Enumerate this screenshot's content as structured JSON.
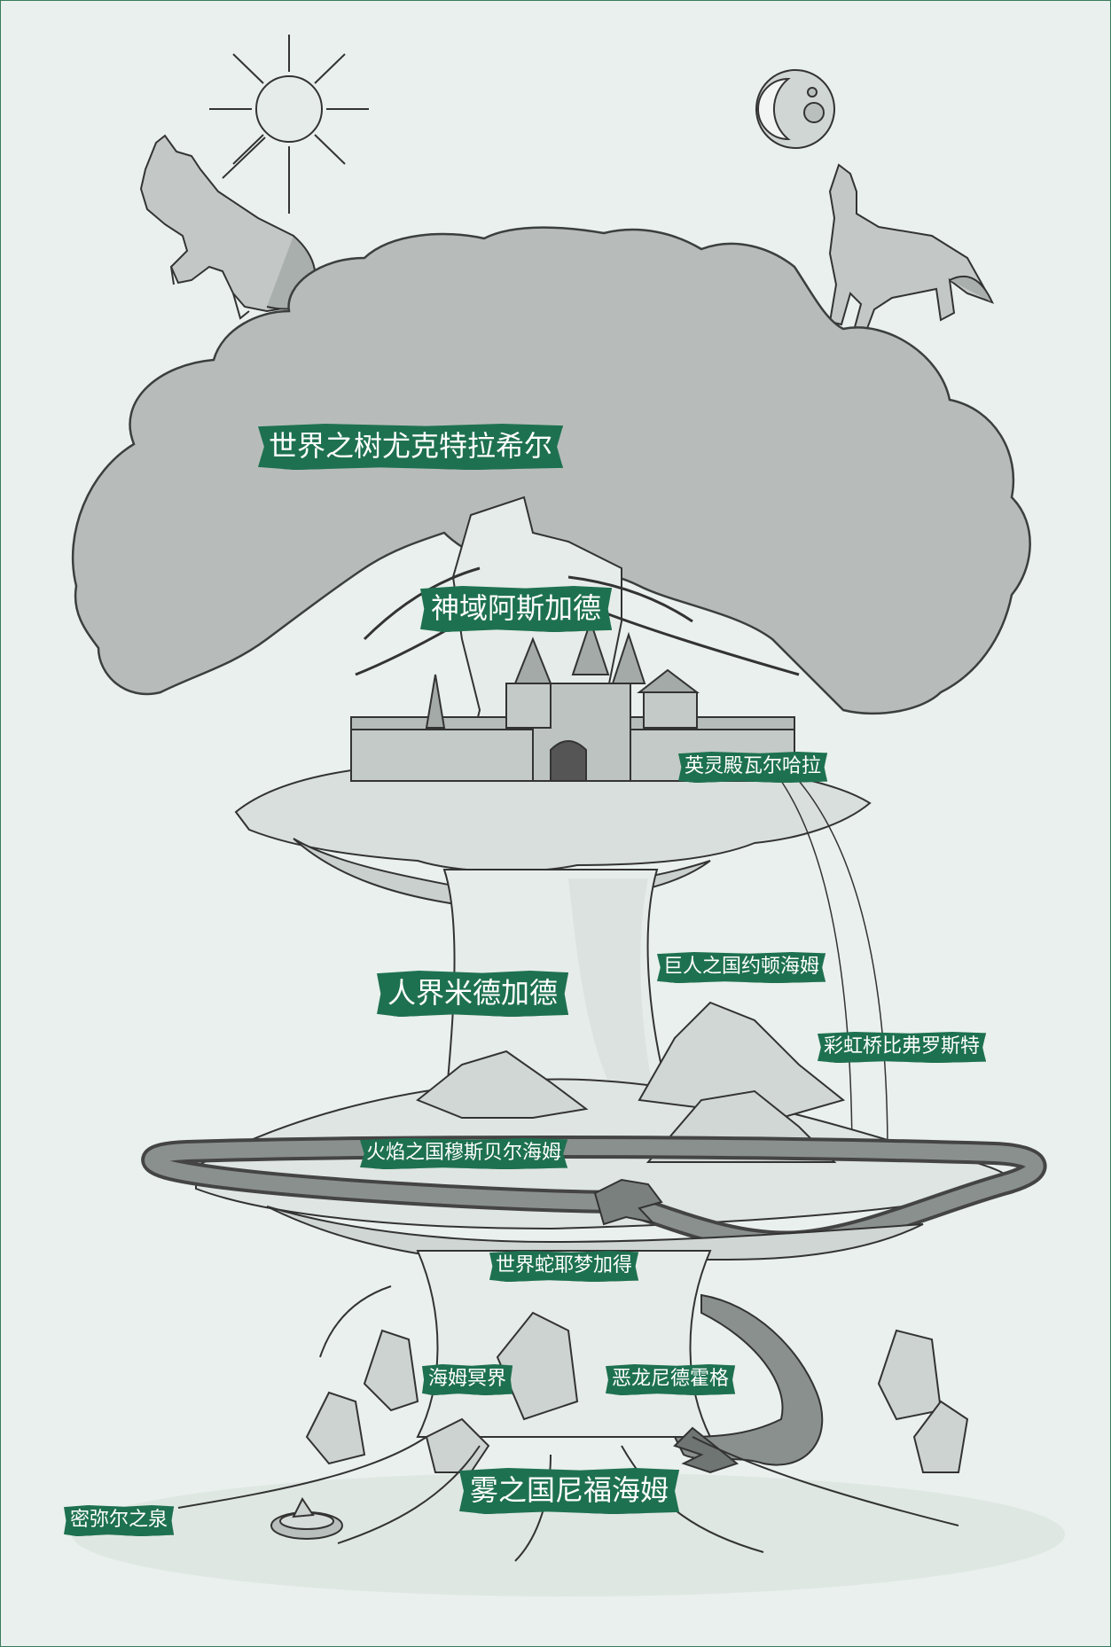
{
  "labels": {
    "yggdrasil": "世界之树尤克特拉希尔",
    "asgard": "神域阿斯加德",
    "valhalla": "英灵殿瓦尔哈拉",
    "jotunheim": "巨人之国约顿海姆",
    "midgard": "人界米德加德",
    "bifrost": "彩虹桥比弗罗斯特",
    "muspelheim": "火焰之国穆斯贝尔海姆",
    "jormungandr": "世界蛇耶梦加得",
    "helheim": "海姆冥界",
    "nidhogg": "恶龙尼德霍格",
    "niflheim": "雾之国尼福海姆",
    "mimir_well": "密弥尔之泉"
  },
  "colors": {
    "background": "#e9f0ed",
    "label_bg": "#1e7150",
    "label_text": "#ffffff",
    "foliage": "#b7bcbb",
    "ink": "#3b3f3e"
  },
  "icons": [
    "sun-icon",
    "moon-icon",
    "wolf-skoll",
    "wolf-hati",
    "castle",
    "serpent",
    "dragon",
    "well"
  ]
}
